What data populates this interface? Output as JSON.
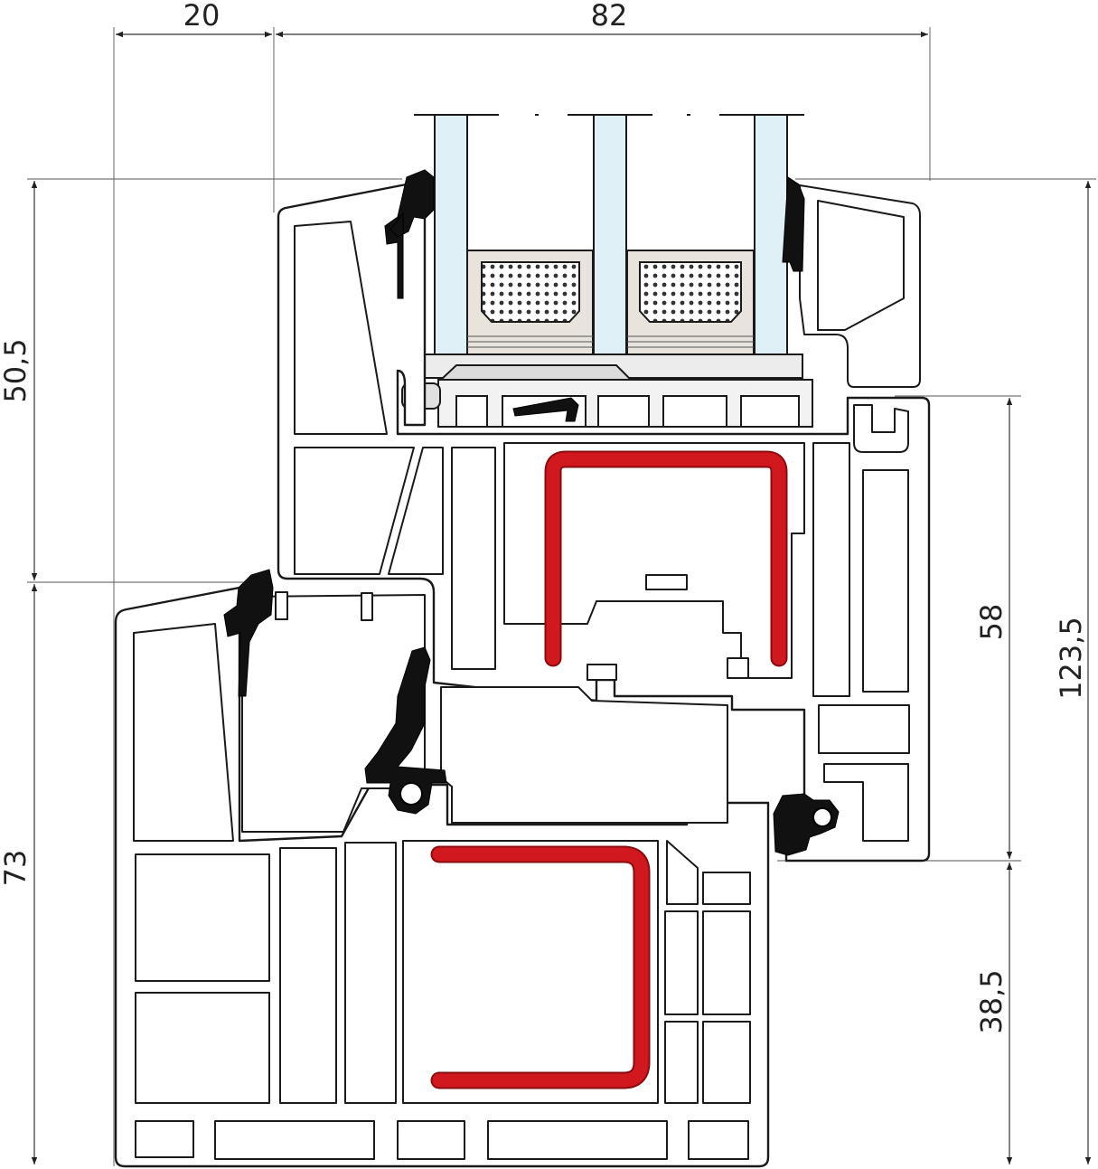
{
  "dimensions": {
    "top_left": "20",
    "top_right": "82",
    "left_upper": "50,5",
    "left_lower": "73",
    "right_inner_upper": "58",
    "right_inner_lower": "38,5",
    "right_total": "123,5"
  },
  "colors": {
    "steel_reinforcement": "#d0181e",
    "glass": "#dff0f6",
    "gasket": "#111111",
    "spacer": "#e8e3dd"
  }
}
